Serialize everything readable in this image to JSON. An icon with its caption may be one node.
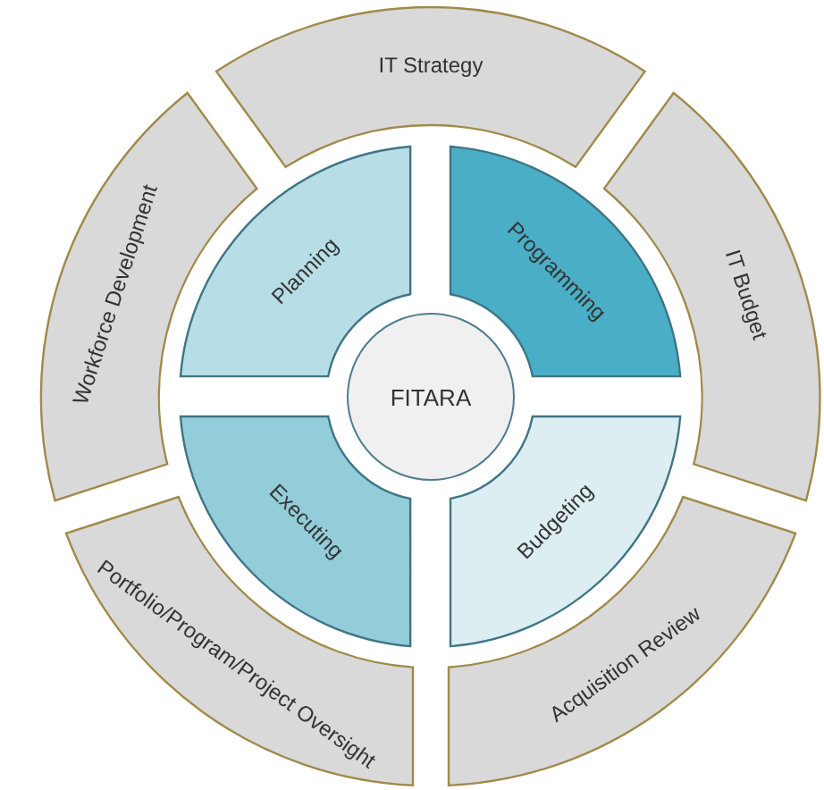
{
  "diagram": {
    "nodes": [
      {
        "text": [
          "IT Strategy"
        ]
      },
      {
        "text": [
          "Workforce Development"
        ]
      },
      {
        "text": [
          "Planning"
        ]
      },
      {
        "text": [
          "Programming"
        ]
      },
      {
        "text": [
          "IT Budget"
        ]
      },
      {
        "text": [
          "FITARA"
        ]
      },
      {
        "text": [
          "Executing"
        ]
      },
      {
        "text": [
          "Budgeting"
        ]
      },
      {
        "text": [
          "Portfolio/Program/Project Oversight"
        ]
      },
      {
        "text": [
          "Acquisition Review"
        ]
      }
    ]
  }
}
